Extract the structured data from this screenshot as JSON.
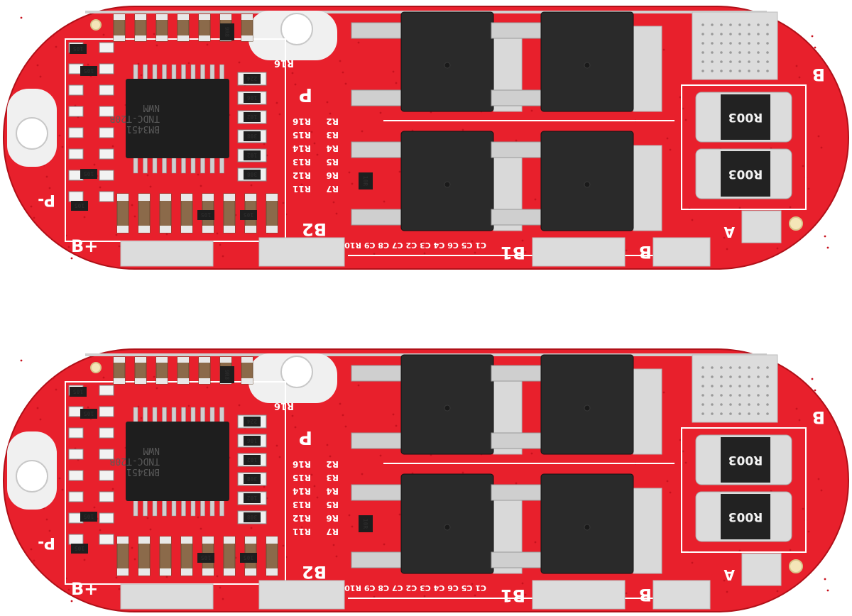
{
  "boards": [
    {
      "ic_marking": [
        "BM3451",
        "TNDC-T20B",
        "NWM"
      ],
      "shunt_resistors": [
        "R003",
        "R003"
      ],
      "silkscreen": {
        "b_plus": "B+",
        "p_minus": "P-",
        "p_label": "P",
        "b2": "B2",
        "b1": "B1",
        "b_right": "B",
        "a_label": "A",
        "r16_top": "R16",
        "col_left": [
          "R16",
          "R15",
          "R14",
          "R13",
          "R12",
          "R11"
        ],
        "col_right": [
          "R2",
          "R3",
          "R4",
          "R5",
          "R6",
          "R7"
        ],
        "bottom_caps": "C1 C5 C6 C4 C3 C2 C7 C8 C9 R10"
      },
      "smd_codes": [
        "105",
        "105",
        "105",
        "105",
        "105",
        "105",
        "224",
        "106",
        "102",
        "308",
        "102",
        "308",
        "9R8",
        "10R"
      ]
    },
    {
      "ic_marking": [
        "BM3451",
        "TNDC-T20B",
        "NWM"
      ],
      "shunt_resistors": [
        "R003",
        "R003"
      ],
      "silkscreen": {
        "b_plus": "B+",
        "p_minus": "P-",
        "p_label": "P",
        "b2": "B2",
        "b1": "B1",
        "b_right": "B",
        "a_label": "A",
        "r16_top": "R16",
        "col_left": [
          "R16",
          "R15",
          "R14",
          "R13",
          "R12",
          "R11"
        ],
        "col_right": [
          "R2",
          "R3",
          "R4",
          "R5",
          "R6",
          "R7"
        ],
        "bottom_caps": "C1 C5 C6 C4 C3 C2 C7 C8 C9 R10"
      },
      "smd_codes": [
        "105",
        "105",
        "105",
        "105",
        "105",
        "105",
        "224",
        "106",
        "102",
        "308",
        "102",
        "308",
        "9R8",
        "10R"
      ]
    }
  ],
  "colors": {
    "pcb_red": "#e8202c",
    "pcb_dark": "#c8121e",
    "silk_white": "#ffffff",
    "pad_silver": "#dcdcdc",
    "mosfet_black": "#2a2a2a",
    "ic_black": "#1e1e1e",
    "cap_brown": "#8b6a4a"
  }
}
